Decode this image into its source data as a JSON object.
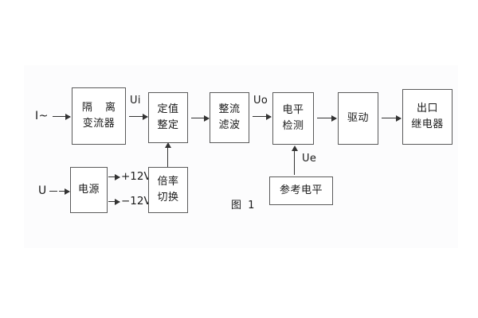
{
  "diagram": {
    "caption": "图 1",
    "blocks": [
      {
        "id": "isolation",
        "lines": [
          "隔 离",
          "变流器"
        ]
      },
      {
        "id": "setting",
        "lines": [
          "定值",
          "整定"
        ]
      },
      {
        "id": "rectifier",
        "lines": [
          "整流",
          "滤波"
        ]
      },
      {
        "id": "level",
        "lines": [
          "电平",
          "检测"
        ]
      },
      {
        "id": "driver",
        "lines": [
          "驱动"
        ]
      },
      {
        "id": "output",
        "lines": [
          "出口",
          "继电器"
        ]
      },
      {
        "id": "power",
        "lines": [
          "电源"
        ]
      },
      {
        "id": "multiplier",
        "lines": [
          "倍率",
          "切换"
        ]
      },
      {
        "id": "reference",
        "lines": [
          "参考电平"
        ]
      }
    ],
    "signals": {
      "input_current": "I~",
      "input_voltage": "U",
      "ui": "Ui",
      "uo": "Uo",
      "ue": "Ue",
      "rail_positive": "+12V",
      "rail_negative": "−12V"
    },
    "colors": {
      "box_border": "#5a5a5a",
      "line": "#333333",
      "text": "#1a1a1a",
      "background": "#ffffff",
      "panel": "#fcfcfd"
    }
  }
}
